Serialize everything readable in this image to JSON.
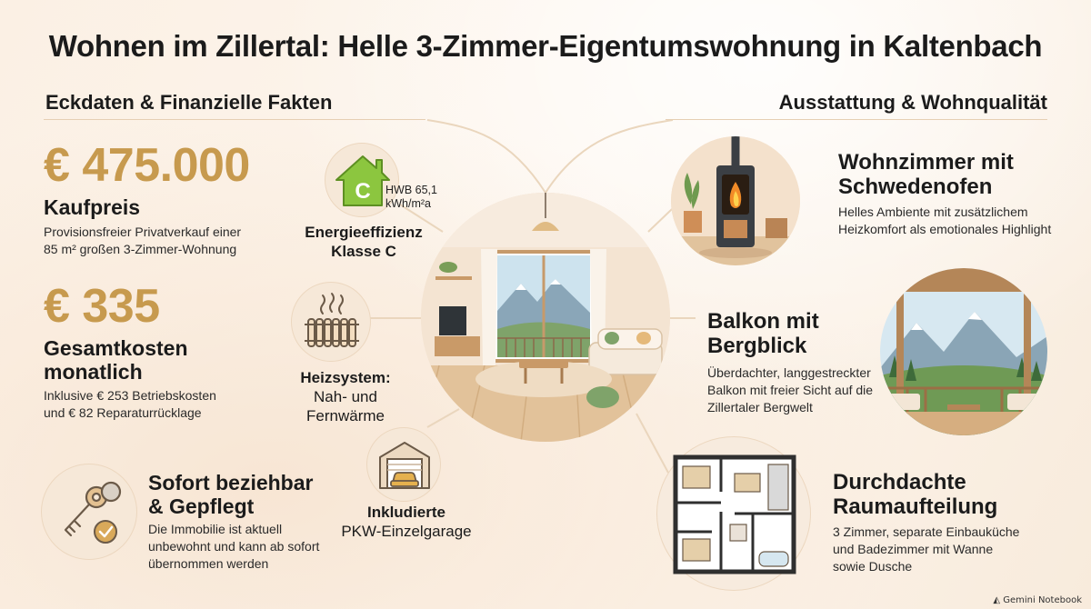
{
  "title": "Wohnen im Zillertal: Helle 3-Zimmer-Eigentumswohnung in Kaltenbach",
  "left_section": {
    "heading": "Eckdaten & Finanzielle Fakten",
    "price": {
      "value": "€ 475.000",
      "label": "Kaufpreis",
      "desc_line1": "Provisionsfreier Privatverkauf einer",
      "desc_line2": "85 m² großen 3-Zimmer-Wohnung"
    },
    "monthly": {
      "value": "€ 335",
      "label_line1": "Gesamtkosten",
      "label_line2": "monatlich",
      "desc_line1": "Inklusive € 253 Betriebskosten",
      "desc_line2": "und € 82 Reparaturrücklage"
    },
    "ready": {
      "label_line1": "Sofort beziehbar",
      "label_line2": "& Gepflegt",
      "desc_line1": "Die Immobilie ist aktuell",
      "desc_line2": "unbewohnt und kann ab sofort",
      "desc_line3": "übernommen werden"
    }
  },
  "center": {
    "energy": {
      "badge_letter": "C",
      "hwb_line1": "HWB 65,1",
      "hwb_line2": "kWh/m²a",
      "label_line1": "Energieeffizienz",
      "label_line2": "Klasse C"
    },
    "heating": {
      "label_line1": "Heizsystem:",
      "label_line2": "Nah- und Fernwärme"
    },
    "garage": {
      "label_line1": "Inkludierte",
      "label_line2": "PKW-Einzelgarage"
    }
  },
  "right_section": {
    "heading": "Ausstattung & Wohnqualität",
    "living": {
      "label_line1": "Wohnzimmer mit",
      "label_line2": "Schwedenofen",
      "desc_line1": "Helles Ambiente mit zusätzlichem",
      "desc_line2": "Heizkomfort als emotionales Highlight"
    },
    "balcony": {
      "label_line1": "Balkon mit",
      "label_line2": "Bergblick",
      "desc_line1": "Überdachter, langgestreckter",
      "desc_line2": "Balkon mit freier Sicht auf die",
      "desc_line3": "Zillertaler Bergwelt"
    },
    "layout": {
      "label_line1": "Durchdachte",
      "label_line2": "Raumaufteilung",
      "desc_line1": "3 Zimmer, separate Einbauküche",
      "desc_line2": "und Badezimmer mit Wanne",
      "desc_line3": "sowie Dusche"
    }
  },
  "footer": "Gemini Notebook",
  "colors": {
    "accent_gold": "#c79a4e",
    "energy_green": "#8cc63f",
    "background": "#fbf3ea"
  },
  "icons": [
    "key-icon",
    "check-icon",
    "house-energy-icon",
    "radiator-icon",
    "garage-car-icon",
    "stove-icon",
    "mountain-icon",
    "floorplan-icon"
  ]
}
